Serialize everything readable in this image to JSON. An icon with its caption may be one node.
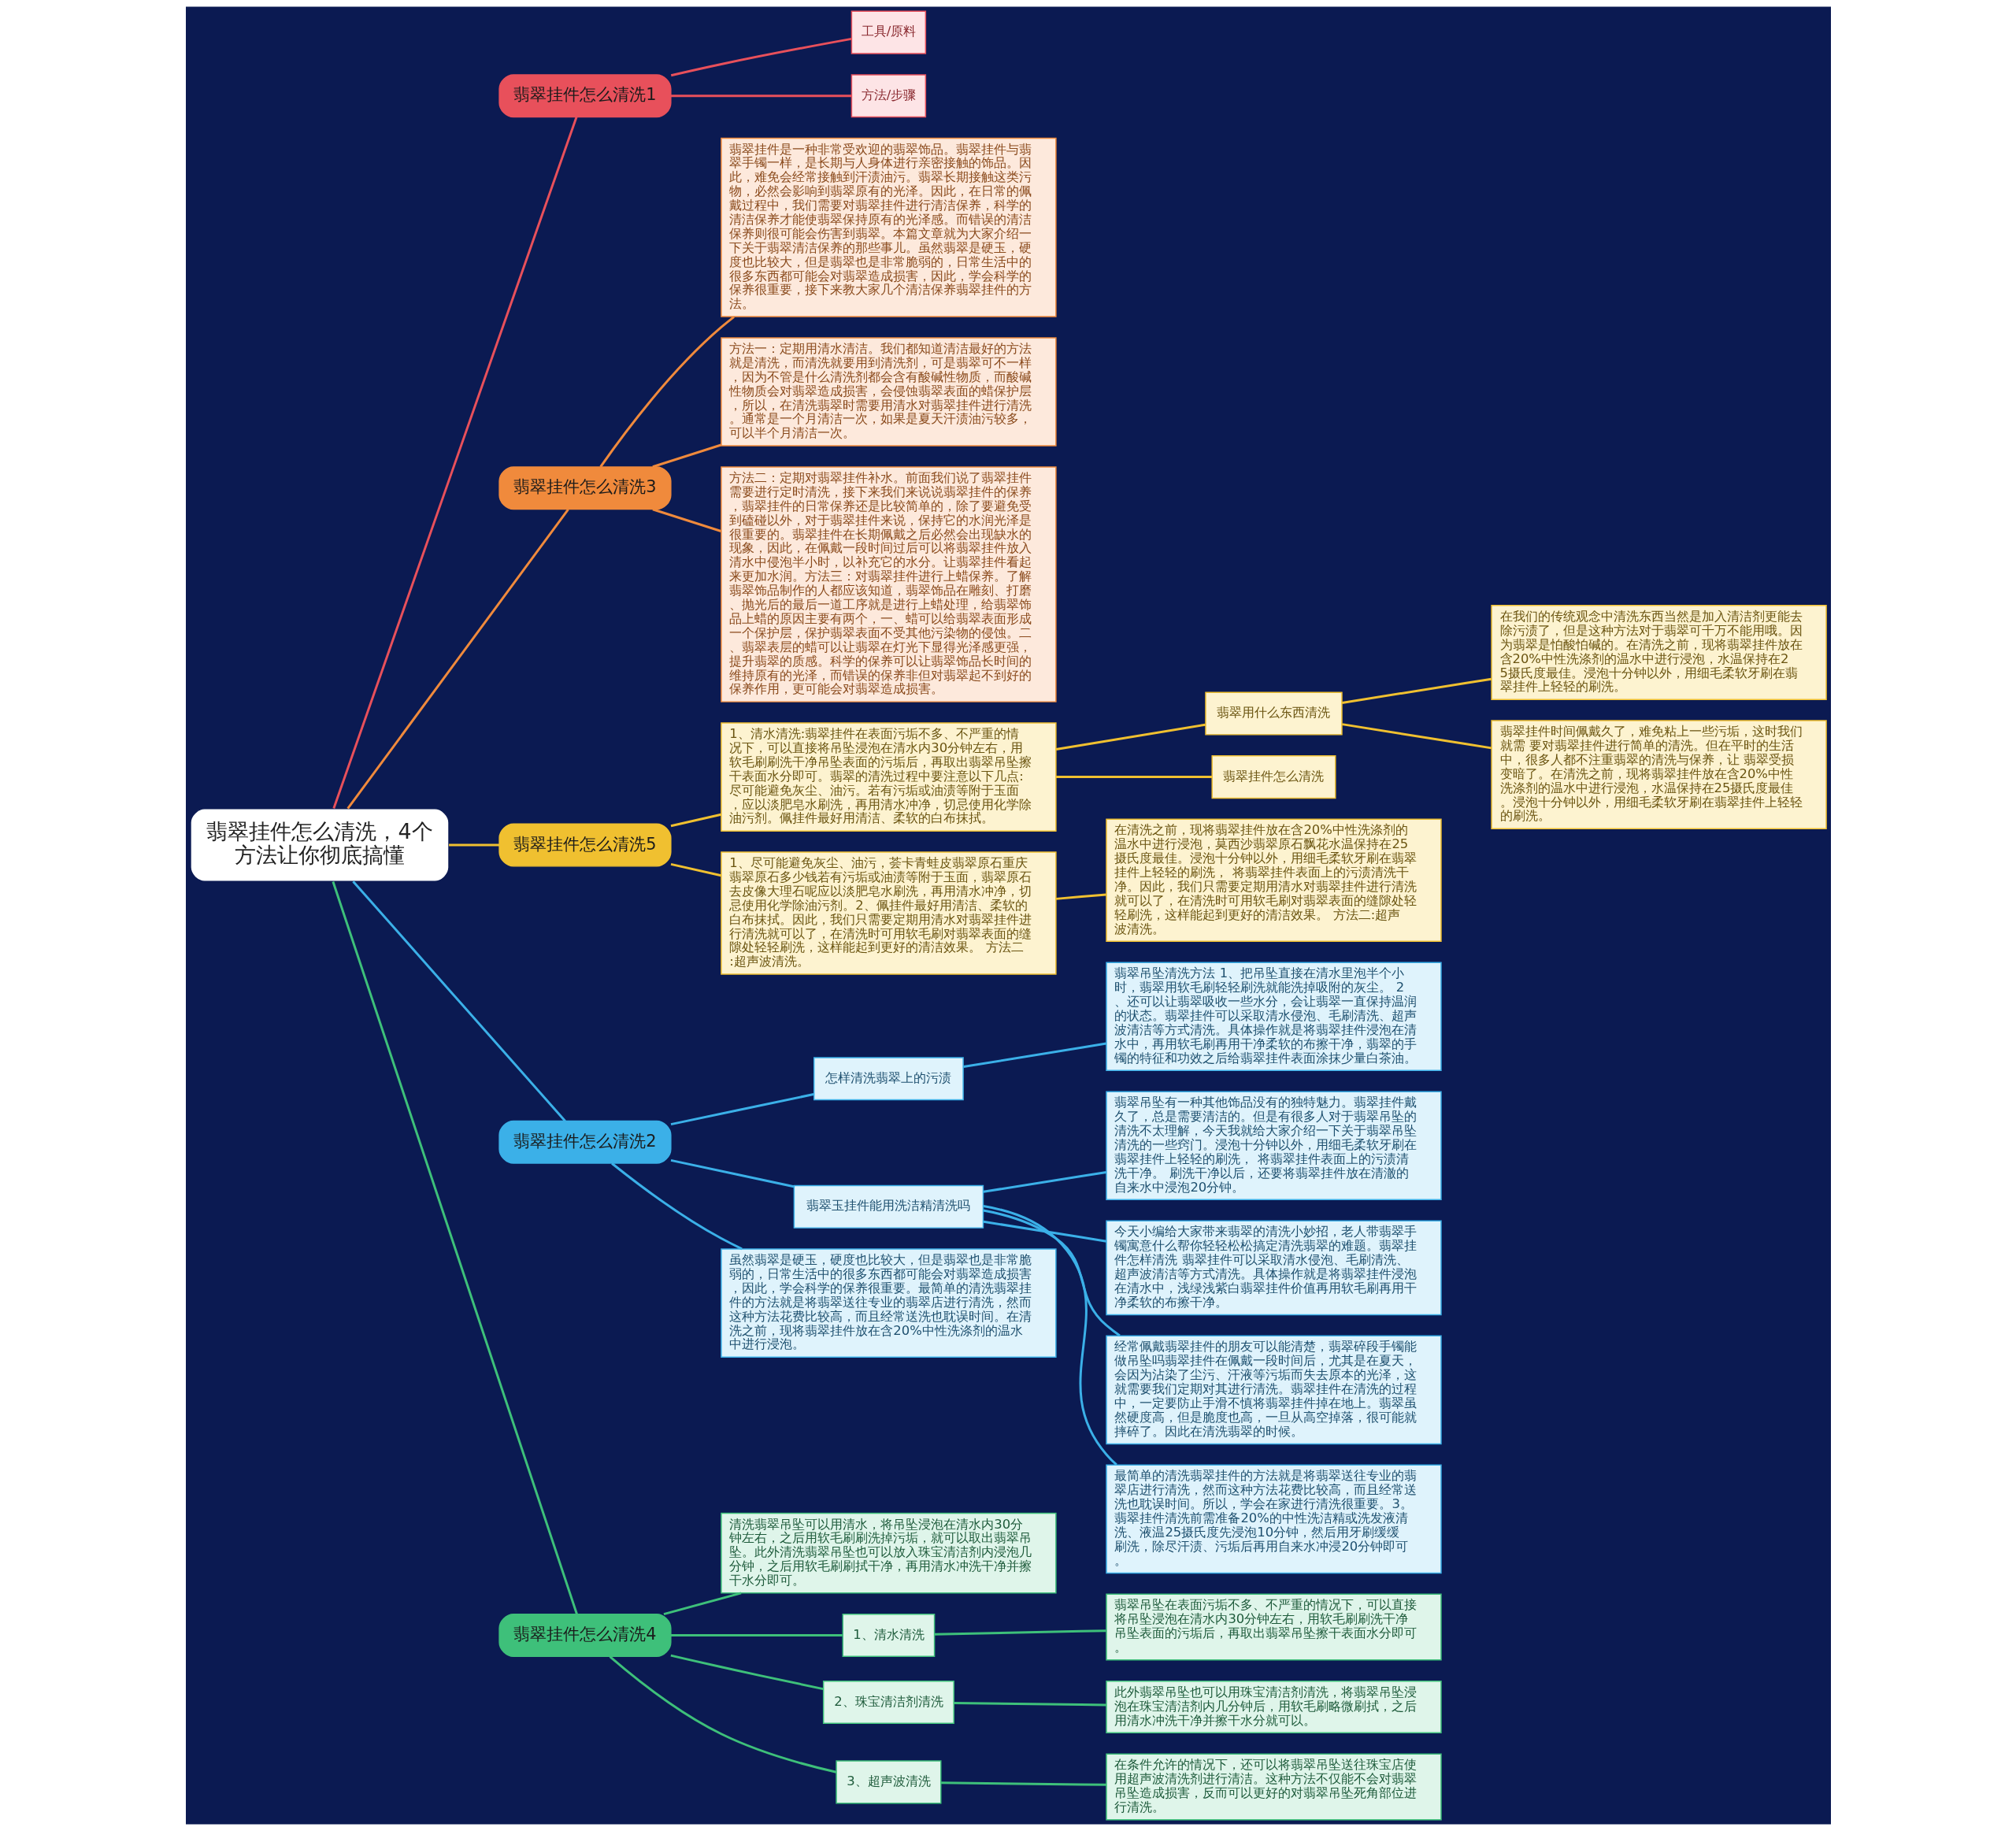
{
  "diagram": {
    "nodes": [
      {
        "text": [
          "翡翠挂件怎么清洗，4个方法让你彻底搞懂"
        ]
      },
      {
        "text": [
          "翡翠挂件怎么清洗1"
        ]
      },
      {
        "text": [
          "工具/原料"
        ]
      },
      {
        "text": [
          "方法/步骤"
        ]
      },
      {
        "text": [
          "翡翠挂件怎么清洗3"
        ]
      },
      {
        "text": [
          "翡翠挂件是一种非常受欢迎的翡翠饰品。翡翠挂件与翡翠手镯一样，是长期与人身体进行亲密接触的饰品。因此，难免会经常接触到汗渍油污。翡翠长期接触这类污物，必然会影响到翡翠原有的光泽。因此，在日常的佩戴过程中，我们需要对翡翠挂件进行清洁保养，科学的清洁保养才能使翡翠保持原有的光泽感。而错误的清洁保养则很可能会伤害到翡翠。本篇文章就为大家介绍一下关于翡翠清洁保养的那些事儿。虽然翡翠是硬玉，硬度也比较大，但是翡翠也是非常脆弱的，日常生活中的很多东西都可能会对翡翠造成损害，因此，学会科学的保养很重要，接下来教大家几个清洁保养翡翠挂件的方法。"
        ]
      },
      {
        "text": [
          "方法一：定期用清水清洁。我们都知道清洁最好的方法就是清洗，而清洗就要用到清洗剂，可是翡翠可不一样，因为不管是什么清洗剂都会含有酸碱性物质，而酸碱性物质会对翡翠造成损害，会侵蚀翡翠表面的蜡保护层，所以，在清洗翡翠时需要用清水对翡翠挂件进行清洗。通常是一个月清洁一次，如果是夏天汗渍油污较多，可以半个月清洁一次。"
        ]
      },
      {
        "text": [
          "方法二：定期对翡翠挂件补水。前面我们说了翡翠挂件需要进行定时清洗，接下来我们来说说翡翠挂件的保养，翡翠挂件的日常保养还是比较简单的，除了要避免受到磕碰以外，对于翡翠挂件来说，保持它的水润光泽是很重要的。翡翠挂件在长期佩戴之后必然会出现缺水的现象，因此，在佩戴一段时间过后可以将翡翠挂件放入清水中侵泡半小时，以补充它的水分。让翡翠挂件看起来更加水润。方法三：对翡翠挂件进行上蜡保养。了解翡翠饰品制作的人都应该知道，翡翠饰品在雕刻、打磨、抛光后的最后一道工序就是进行上蜡处理，给翡翠饰品上蜡的原因主要有两个，一、蜡可以给翡翠表面形成一个保护层，保护翡翠表面不受其他污染物的侵蚀。二、翡翠表层的蜡可以让翡翠在灯光下显得光泽感更强，提升翡翠的质感。科学的保养可以让翡翠饰品长时间的维持原有的光泽，而错误的保养非但对翡翠起不到好的保养作用，更可能会对翡翠造成损害。"
        ]
      },
      {
        "text": [
          "翡翠挂件怎么清洗5"
        ]
      },
      {
        "text": [
          "1、清水清洗:翡翠挂件在表面污垢不多、不严重的情况下，可以直接将吊坠浸泡在清水内30分钟左右，用软毛刷刷洗干净吊坠表面的污垢后，再取出翡翠吊坠擦干表面水分即可。翡翠的清洗过程中要注意以下几点: 尽可能避免灰尘、油污。若有污垢或油渍等附于玉面，应以淡肥皂水刷洗，再用清水冲净，切忌使用化学除油污剂。佩挂件最好用清洁、柔软的白布抹拭。"
        ]
      },
      {
        "text": [
          "翡翠用什么东西清洗"
        ]
      },
      {
        "text": [
          "在我们的传统观念中清洗东西当然是加入清洁剂更能去除污渍了，但是这种方法对于翡翠可千万不能用哦。因为翡翠是怕酸怕碱的。在清洗之前，现将翡翠挂件放在含20%中性洗涤剂的温水中进行浸泡，水温保持在25摄氏度最佳。浸泡十分钟以外，用细毛柔软牙刷在翡翠挂件上轻轻的刷洗。"
        ]
      },
      {
        "text": [
          "翡翠挂件时间佩戴久了，难免粘上一些污垢，这时我们就需 要对翡翠挂件进行简单的清洗。但在平时的生活中，很多人都不注重翡翠的清洗与保养，让 翡翠受损变暗了。在清洗之前，现将翡翠挂件放在含20%中性洗涤剂的温水中进行浸泡，水温保持在25摄氏度最佳。浸泡十分钟以外，用细毛柔软牙刷在翡翠挂件上轻轻的刷洗。"
        ]
      },
      {
        "text": [
          "翡翠挂件怎么清洗"
        ]
      },
      {
        "text": [
          "1、尽可能避免灰尘、油污，荟卡青蛙皮翡翠原石重庆翡翠原石多少钱若有污垢或油渍等附于玉面，翡翠原石去皮像大理石呢应以淡肥皂水刷洗，再用清水冲净，切忌使用化学除油污剂。2、佩挂件最好用清洁、柔软的白布抹拭。因此，我们只需要定期用清水对翡翠挂件进行清洗就可以了，在清洗时可用软毛刷对翡翠表面的缝隙处轻轻刷洗，这样能起到更好的清洁效果。 方法二:超声波清洗。"
        ]
      },
      {
        "text": [
          "在清洗之前，现将翡翠挂件放在含20%中性洗涤剂的温水中进行浸泡，莫西沙翡翠原石飘花水温保持在25摄氏度最佳。浸泡十分钟以外，用细毛柔软牙刷在翡翠挂件上轻轻的刷洗， 将翡翠挂件表面上的污渍清洗干净。因此，我们只需要定期用清水对翡翠挂件进行清洗就可以了，在清洗时可用软毛刷对翡翠表面的缝隙处轻轻刷洗，这样能起到更好的清洁效果。 方法二:超声波清洗。"
        ]
      },
      {
        "text": [
          "翡翠挂件怎么清洗2"
        ]
      },
      {
        "text": [
          "怎样清洗翡翠上的污渍"
        ]
      },
      {
        "text": [
          "翡翠吊坠清洗方法 1、把吊坠直接在清水里泡半个小时，翡翠用软毛刷轻轻刷洗就能洗掉吸附的灰尘。 2、还可以让翡翠吸收一些水分，会让翡翠一直保持温润的状态。翡翠挂件可以采取清水侵泡、毛刷清洗、超声波清洁等方式清洗。具体操作就是将翡翠挂件浸泡在清水中，再用软毛刷再用干净柔软的布擦干净，翡翠的手镯的特征和功效之后给翡翠挂件表面涂抹少量白茶油。"
        ]
      },
      {
        "text": [
          "翡翠玉挂件能用洗洁精清洗吗"
        ]
      },
      {
        "text": [
          "翡翠吊坠有一种其他饰品没有的独特魅力。翡翠挂件戴久了，总是需要清洁的。但是有很多人对于翡翠吊坠的清洗不太理解，今天我就给大家介绍一下关于翡翠吊坠清洗的一些窍门。浸泡十分钟以外，用细毛柔软牙刷在翡翠挂件上轻轻的刷洗， 将翡翠挂件表面上的污渍清洗干净。 刷洗干净以后，还要将翡翠挂件放在清澈的自来水中浸泡20分钟。"
        ]
      },
      {
        "text": [
          "今天小编给大家带来翡翠的清洗小妙招，老人带翡翠手镯寓意什么帮你轻轻松松搞定清洗翡翠的难题。翡翠挂件怎样清洗 翡翠挂件可以采取清水侵泡、毛刷清洗、超声波清洁等方式清洗。具体操作就是将翡翠挂件浸泡在清水中，浅绿浅紫白翡翠挂件价值再用软毛刷再用干净柔软的布擦干净。"
        ]
      },
      {
        "text": [
          "经常佩戴翡翠挂件的朋友可以能清楚，翡翠碎段手镯能做吊坠吗翡翠挂件在佩戴一段时间后，尤其是在夏天，会因为沾染了尘污、汗液等污垢而失去原本的光泽，这就需要我们定期对其进行清洗。翡翠挂件在清洗的过程中，一定要防止手滑不慎将翡翠挂件掉在地上。翡翠虽然硬度高，但是脆度也高，一旦从高空掉落，很可能就摔碎了。因此在清洗翡翠的时候。"
        ]
      },
      {
        "text": [
          "最简单的清洗翡翠挂件的方法就是将翡翠送往专业的翡翠店进行清洗，然而这种方法花费比较高，而且经常送洗也耽误时间。所以，学会在家进行清洗很重要。3。翡翠挂件清洗前需准备20%的中性洗洁精或洗发液清洗、液温25摄氏度先浸泡10分钟，然后用牙刷缓缓刷洗，除尽汗渍、污垢后再用自来水冲浸20分钟即可。"
        ]
      },
      {
        "text": [
          "虽然翡翠是硬玉，硬度也比较大，但是翡翠也是非常脆弱的，日常生活中的很多东西都可能会对翡翠造成损害，因此，学会科学的保养很重要。最简单的清洗翡翠挂件的方法就是将翡翠送往专业的翡翠店进行清洗，然而这种方法花费比较高，而且经常送洗也耽误时间。在清洗之前，现将翡翠挂件放在含20%中性洗涤剂的温水中进行浸泡。"
        ]
      },
      {
        "text": [
          "翡翠挂件怎么清洗4"
        ]
      },
      {
        "text": [
          "清洗翡翠吊坠可以用清水，将吊坠浸泡在清水内30分钟左右，之后用软毛刷刷洗掉污垢，就可以取出翡翠吊坠。此外清洗翡翠吊坠也可以放入珠宝清洁剂内浸泡几分钟，之后用软毛刷刷拭干净，再用清水冲洗干净并擦干水分即可。"
        ]
      },
      {
        "text": [
          "1、清水清洗"
        ]
      },
      {
        "text": [
          "翡翠吊坠在表面污垢不多、不严重的情况下，可以直接将吊坠浸泡在清水内30分钟左右，用软毛刷刷洗干净吊坠表面的污垢后，再取出翡翠吊坠擦干表面水分即可。"
        ]
      },
      {
        "text": [
          "2、珠宝清洁剂清洗"
        ]
      },
      {
        "text": [
          "此外翡翠吊坠也可以用珠宝清洁剂清洗，将翡翠吊坠浸泡在珠宝清洁剂内几分钟后，用软毛刷略微刷拭，之后用清水冲洗干净并擦干水分就可以。"
        ]
      },
      {
        "text": [
          "3、超声波清洗"
        ]
      },
      {
        "text": [
          "在条件允许的情况下，还可以将翡翠吊坠送往珠宝店使用超声波清洗剂进行清洁。这种方法不仅能不会对翡翠吊坠造成损害，反而可以更好的对翡翠吊坠死角部位进行清洗。"
        ]
      }
    ],
    "edges": [
      {
        "from": 0,
        "to": 1,
        "arrow": "none",
        "color": "#e8505b"
      },
      {
        "from": 1,
        "to": 2,
        "arrow": "none",
        "color": "#e8505b"
      },
      {
        "from": 1,
        "to": 3,
        "arrow": "none",
        "color": "#e8505b"
      },
      {
        "from": 0,
        "to": 4,
        "arrow": "none",
        "color": "#f08a3c"
      },
      {
        "from": 4,
        "to": 5,
        "arrow": "none",
        "color": "#f08a3c"
      },
      {
        "from": 4,
        "to": 6,
        "arrow": "none",
        "color": "#f08a3c"
      },
      {
        "from": 4,
        "to": 7,
        "arrow": "none",
        "color": "#f08a3c"
      },
      {
        "from": 0,
        "to": 8,
        "arrow": "none",
        "color": "#f0c030"
      },
      {
        "from": 8,
        "to": 9,
        "arrow": "none",
        "color": "#f0c030"
      },
      {
        "from": 9,
        "to": 10,
        "arrow": "none",
        "color": "#f0c030"
      },
      {
        "from": 10,
        "to": 11,
        "arrow": "none",
        "color": "#f0c030"
      },
      {
        "from": 10,
        "to": 12,
        "arrow": "none",
        "color": "#f0c030"
      },
      {
        "from": 9,
        "to": 13,
        "arrow": "none",
        "color": "#f0c030"
      },
      {
        "from": 8,
        "to": 14,
        "arrow": "none",
        "color": "#f0c030"
      },
      {
        "from": 14,
        "to": 15,
        "arrow": "none",
        "color": "#f0c030"
      },
      {
        "from": 0,
        "to": 16,
        "arrow": "none",
        "color": "#3bb0e8"
      },
      {
        "from": 16,
        "to": 17,
        "arrow": "none",
        "color": "#3bb0e8"
      },
      {
        "from": 17,
        "to": 18,
        "arrow": "none",
        "color": "#3bb0e8"
      },
      {
        "from": 16,
        "to": 19,
        "arrow": "none",
        "color": "#3bb0e8"
      },
      {
        "from": 19,
        "to": 20,
        "arrow": "none",
        "color": "#3bb0e8"
      },
      {
        "from": 19,
        "to": 21,
        "arrow": "none",
        "color": "#3bb0e8"
      },
      {
        "from": 19,
        "to": 22,
        "arrow": "none",
        "color": "#3bb0e8"
      },
      {
        "from": 19,
        "to": 23,
        "arrow": "none",
        "color": "#3bb0e8"
      },
      {
        "from": 16,
        "to": 24,
        "arrow": "none",
        "color": "#3bb0e8"
      },
      {
        "from": 0,
        "to": 25,
        "arrow": "none",
        "color": "#3ec07a"
      },
      {
        "from": 25,
        "to": 26,
        "arrow": "none",
        "color": "#3ec07a"
      },
      {
        "from": 25,
        "to": 27,
        "arrow": "none",
        "color": "#3ec07a"
      },
      {
        "from": 27,
        "to": 28,
        "arrow": "none",
        "color": "#3ec07a"
      },
      {
        "from": 25,
        "to": 29,
        "arrow": "none",
        "color": "#3ec07a"
      },
      {
        "from": 29,
        "to": 30,
        "arrow": "none",
        "color": "#3ec07a"
      },
      {
        "from": 25,
        "to": 31,
        "arrow": "none",
        "color": "#3ec07a"
      },
      {
        "from": 31,
        "to": 32,
        "arrow": "none",
        "color": "#3ec07a"
      }
    ]
  }
}
